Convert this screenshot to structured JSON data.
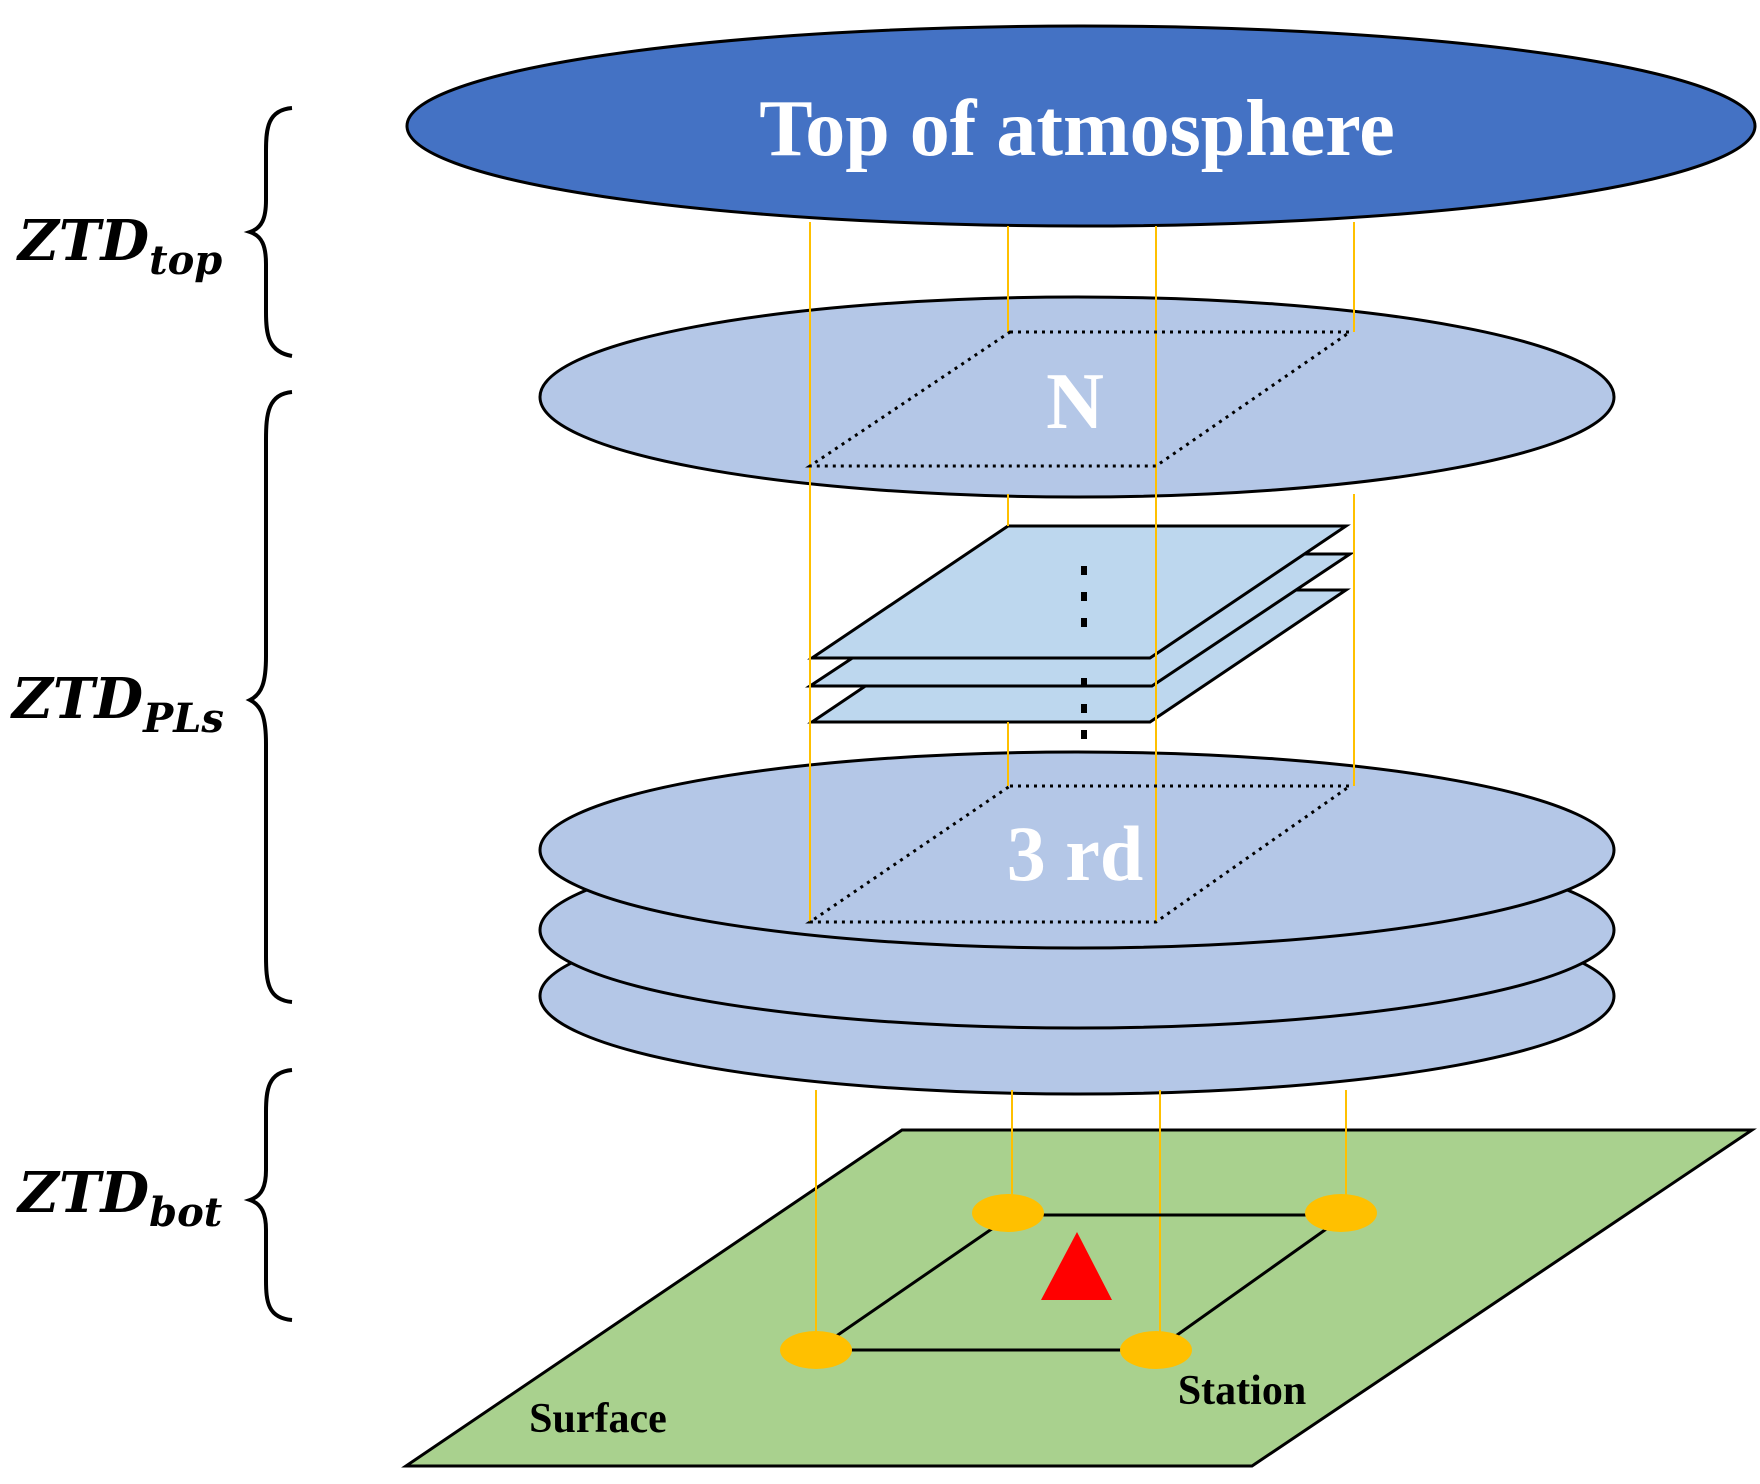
{
  "layers": {
    "top_label": "Top of atmosphere",
    "n_label": "N",
    "third_label": "3 rd",
    "surface_label": "Surface",
    "station_label": "Station"
  },
  "brackets": {
    "top": {
      "base": "ZTD",
      "sub": "top"
    },
    "pls": {
      "base": "ZTD",
      "sub": "PLs"
    },
    "bot": {
      "base": "ZTD",
      "sub": "bot"
    }
  },
  "colors": {
    "top_ellipse": "#4472c4",
    "layer_ellipse": "#b4c7e7",
    "stack_plane": "#bdd7ee",
    "surface": "#a9d18e",
    "grid_point": "#ffc000",
    "station": "#ff0000",
    "vertical_lines": "#ffc000"
  }
}
